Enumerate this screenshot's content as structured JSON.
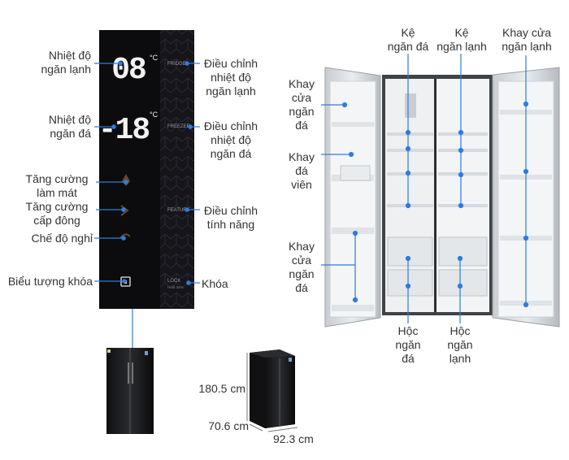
{
  "panel": {
    "temp_fridge_display": "08",
    "temp_freezer_display": "-18",
    "unit": "°C",
    "label_fridge": "FRIDGE",
    "label_freezer": "FREEZER",
    "label_feature": "FEATURE",
    "label_lock": "LOCK",
    "label_lock_sub": "Hold 3sec"
  },
  "callouts_left": {
    "fridge_temp": [
      "Nhiệt độ",
      "ngăn lạnh"
    ],
    "freezer_temp": [
      "Nhiệt độ",
      "ngăn đá"
    ],
    "cool_boost": [
      "Tăng cường",
      "làm mát"
    ],
    "freeze_boost": [
      "Tăng cường",
      "cấp đông"
    ],
    "vacation": "Chế độ nghỉ",
    "lock_icon": "Biểu tượng khóa"
  },
  "callouts_right": {
    "adjust_fridge": [
      "Điều chỉnh",
      "nhiệt độ",
      "ngăn lạnh"
    ],
    "adjust_freezer": [
      "Điều chỉnh",
      "nhiệt độ",
      "ngăn đá"
    ],
    "adjust_feature": [
      "Điều chỉnh",
      "tính năng"
    ],
    "lock": "Khóa"
  },
  "interior": {
    "freezer_shelf": [
      "Kệ",
      "ngăn đá"
    ],
    "fridge_shelf": [
      "Kệ",
      "ngăn lạnh"
    ],
    "fridge_door_tray": [
      "Khay cửa",
      "ngăn lạnh"
    ],
    "freezer_door_tray_top": [
      "Khay",
      "cửa",
      "ngăn",
      "đá"
    ],
    "ice_tray": [
      "Khay",
      "đá",
      "viên"
    ],
    "freezer_door_tray_bottom": [
      "Khay",
      "cửa",
      "ngăn",
      "đá"
    ],
    "freezer_drawer": [
      "Hộc",
      "ngăn",
      "đá"
    ],
    "fridge_drawer": [
      "Hộc",
      "ngăn",
      "lạnh"
    ]
  },
  "dimensions": {
    "height": "180.5 cm",
    "depth": "70.6 cm",
    "width": "92.3 cm"
  },
  "colors": {
    "callout_line": "#2e7be0",
    "dot": "#2e7be0",
    "panel_bg": "#0c0c0e",
    "segment": "#f2f2f2"
  }
}
